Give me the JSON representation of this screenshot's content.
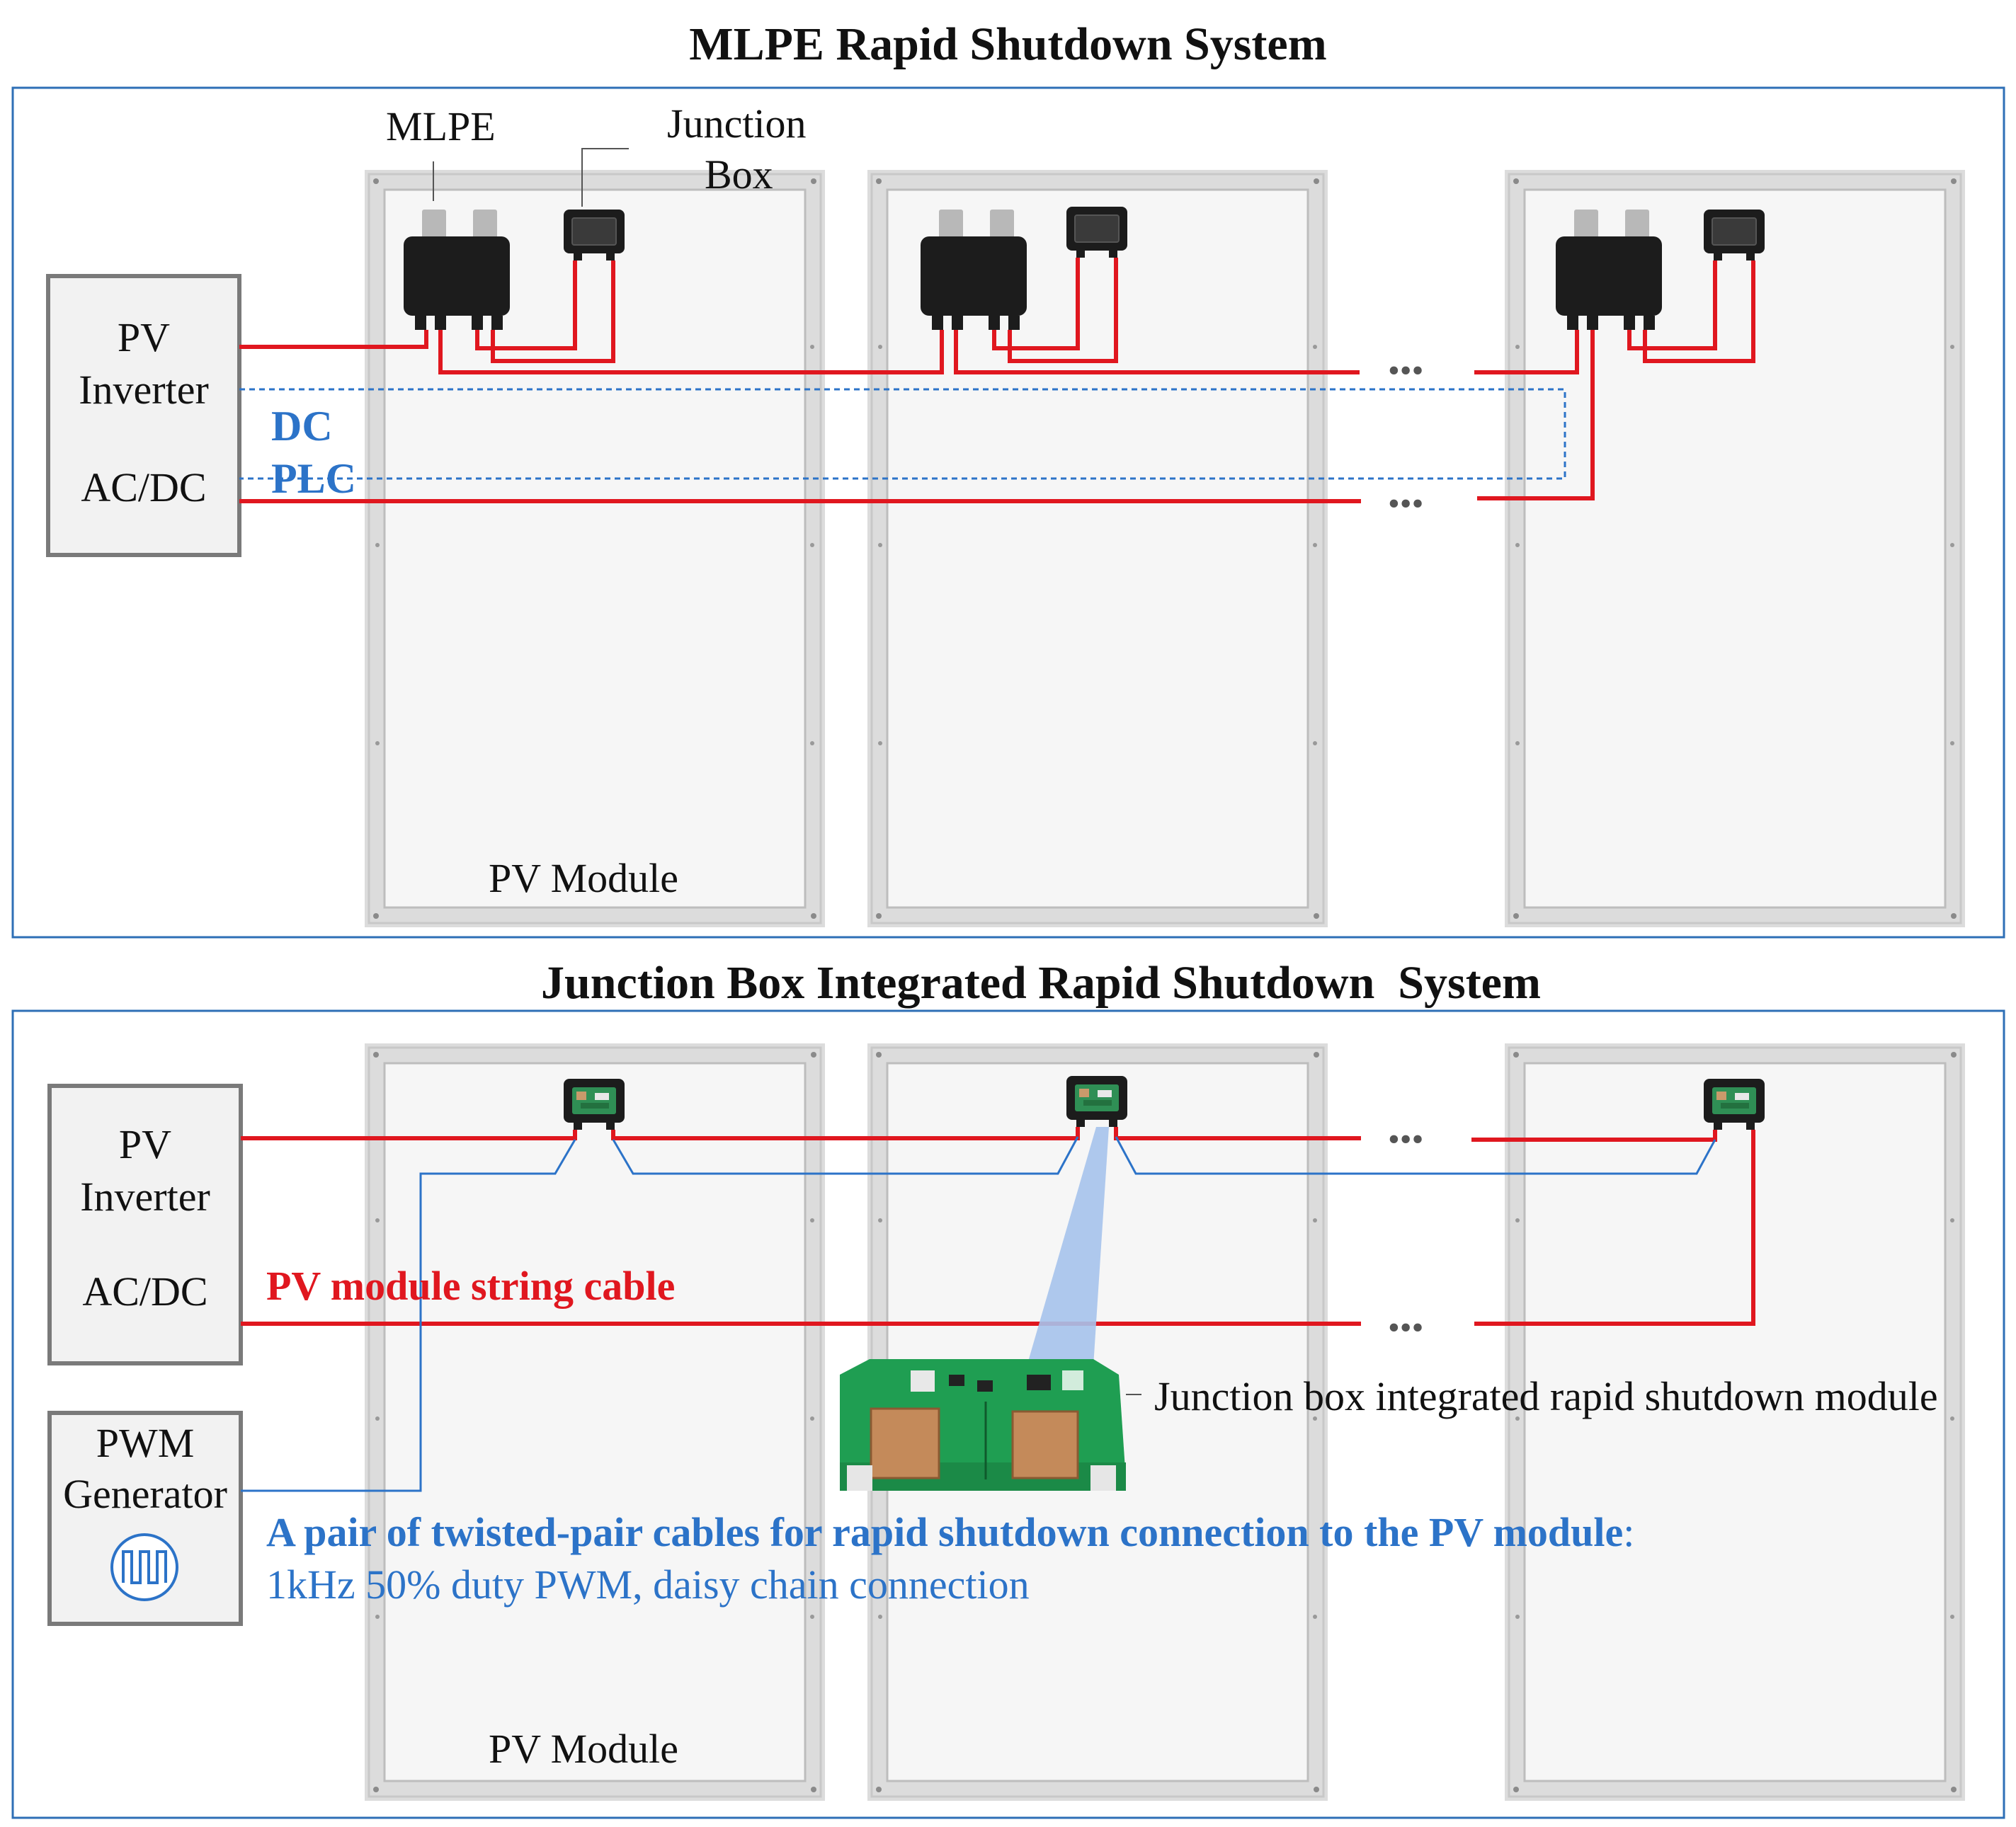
{
  "colors": {
    "power_cable": "#e0171f",
    "signal_cable": "#2c73c8",
    "frame_border": "#2e6fb6",
    "module_frame": "#dcdcdc",
    "inverter_box": "#7a7a7a",
    "device_body": "#1c1c1c",
    "pcb_green": "#1f9e52"
  },
  "top_panel": {
    "title": "MLPE Rapid Shutdown System",
    "mlpe_label": "MLPE",
    "junction_box_label_line1": "Junction",
    "junction_box_label_line2": "Box",
    "inverter": {
      "line1": "PV",
      "line2": "Inverter",
      "line3": "AC/DC"
    },
    "dc_label": "DC",
    "plc_label": "PLC",
    "module_label": "PV Module",
    "ellipsis": "•••",
    "icons": [
      "mlpe-optimizer-icon",
      "junction-box-icon",
      "pv-module-icon"
    ]
  },
  "bottom_panel": {
    "title": "Junction Box Integrated Rapid Shutdown  System",
    "inverter": {
      "line1": "PV",
      "line2": "Inverter",
      "line3": "AC/DC"
    },
    "string_cable_label": "PV module string cable",
    "pwm_generator": {
      "line1": "PWM",
      "line2": "Generator",
      "icon": "square-wave-icon"
    },
    "rsd_module_label": "Junction box integrated rapid shutdown module",
    "twisted_pair_label": "A pair of twisted-pair cables for rapid shutdown connection to the PV module",
    "twisted_pair_colon": ":",
    "pwm_spec": "1kHz 50% duty PWM, daisy chain connection",
    "module_label": "PV Module",
    "ellipsis": "•••",
    "icons": [
      "junction-box-icon",
      "pcb-board-icon",
      "pv-module-icon"
    ]
  }
}
